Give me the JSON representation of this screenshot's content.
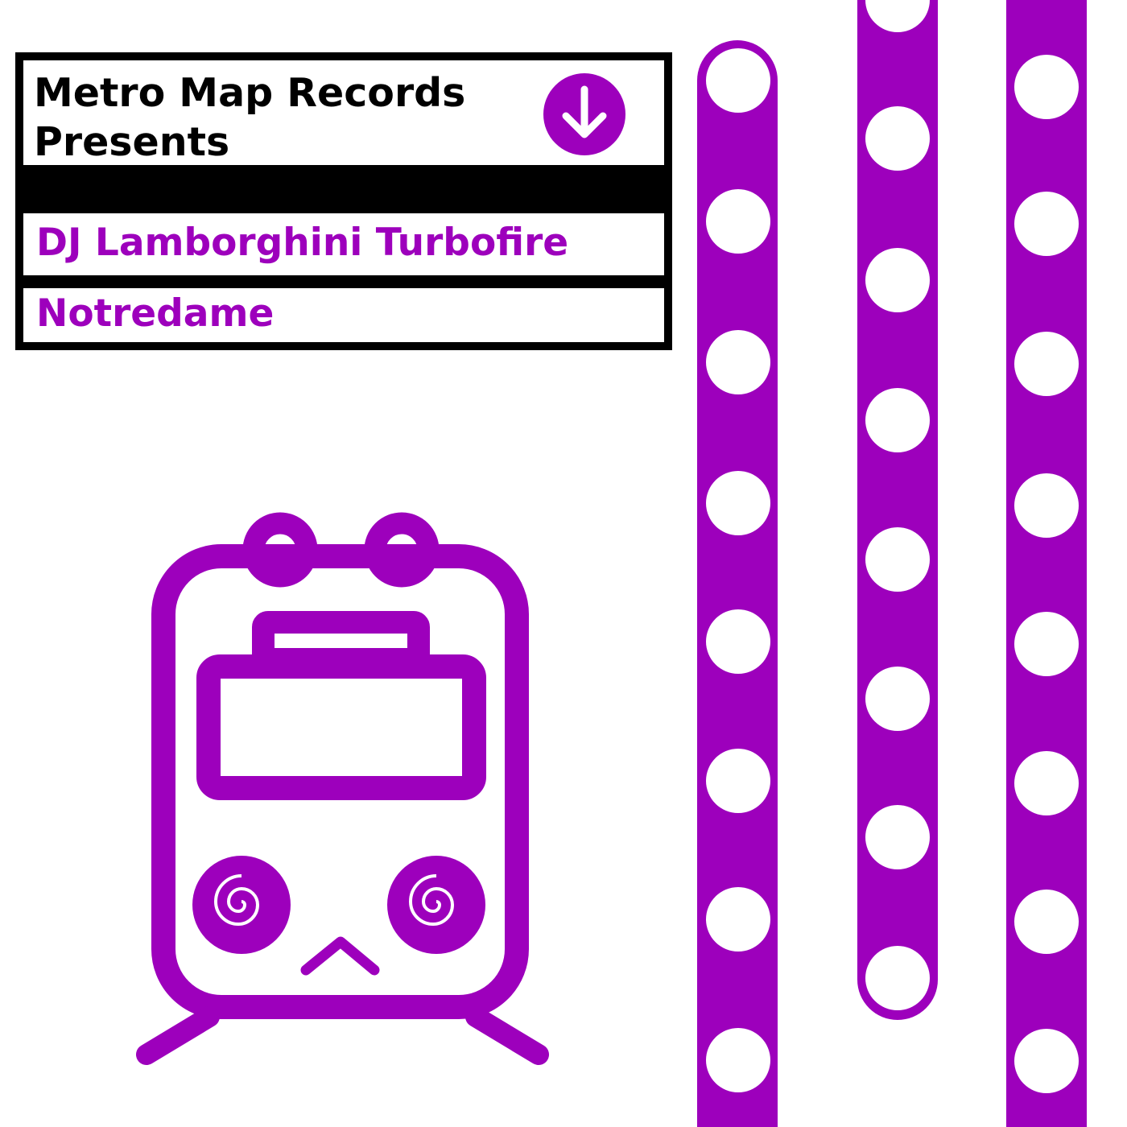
{
  "label": {
    "presents": "Metro Map Records\nPresents",
    "artist": "DJ Lamborghini Turbofire",
    "title": "Notredame"
  },
  "icons": {
    "sign_arrow": "down-arrow-icon",
    "mascot": "train-icon",
    "decoration": "metro-line-stations"
  },
  "colors": {
    "accent": "#9d00bc",
    "ink": "#000000",
    "paper": "#ffffff"
  }
}
